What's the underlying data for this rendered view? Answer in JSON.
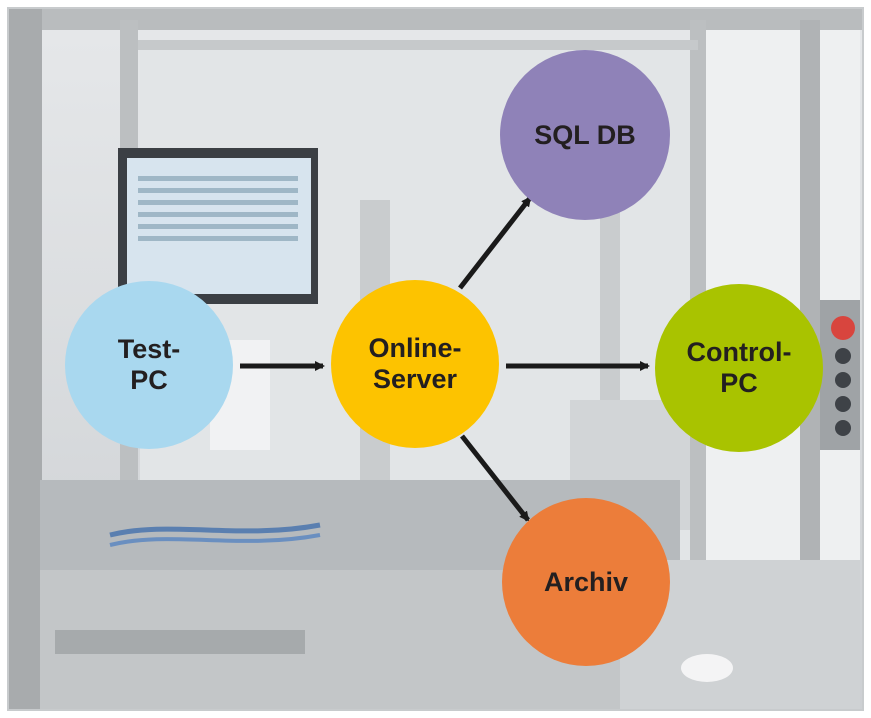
{
  "nodes": {
    "test_pc": {
      "line1": "Test-",
      "line2": "PC",
      "color": "#a9d8ef"
    },
    "online_server": {
      "line1": "Online-",
      "line2": "Server",
      "color": "#fdc300"
    },
    "sql_db": {
      "label": "SQL DB",
      "color": "#8f82b8"
    },
    "control_pc": {
      "line1": "Control-",
      "line2": "PC",
      "color": "#a9c300"
    },
    "archiv": {
      "label": "Archiv",
      "color": "#ec7d3a"
    }
  },
  "edges": [
    {
      "from": "Test-PC",
      "to": "Online-Server"
    },
    {
      "from": "Online-Server",
      "to": "SQL DB"
    },
    {
      "from": "Online-Server",
      "to": "Control-PC"
    },
    {
      "from": "Online-Server",
      "to": "Archiv"
    }
  ],
  "colors": {
    "arrow": "#1a1a1a",
    "frame": "#b9bcbe",
    "machine_back": "#d9dcde"
  }
}
